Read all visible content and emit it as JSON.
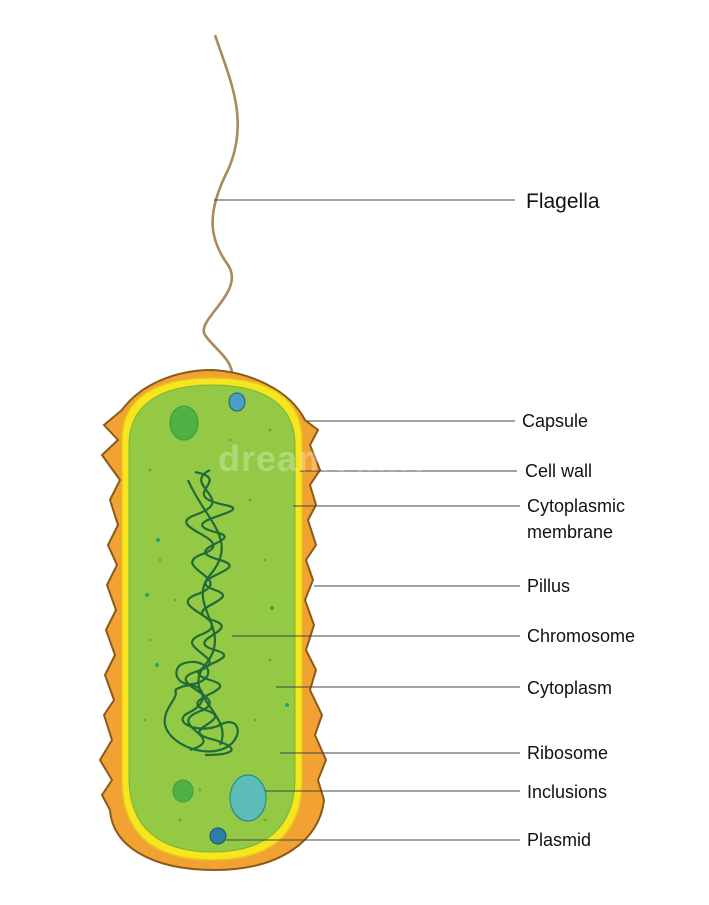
{
  "labels": {
    "flagella": "Flagella",
    "capsule": "Capsule",
    "cell_wall": "Cell wall",
    "cytoplasmic_membrane_line1": "Cytoplasmic",
    "cytoplasmic_membrane_line2": "membrane",
    "pillus": "Pillus",
    "chromosome": "Chromosome",
    "cytoplasm": "Cytoplasm",
    "ribosome": "Ribosome",
    "inclusions": "Inclusions",
    "plasmid": "Plasmid"
  },
  "watermark": "dreamstime",
  "colors": {
    "capsule": "#f2a232",
    "capsule_dark": "#8a5a1a",
    "cell_wall": "#f7e61e",
    "cytoplasm": "#93c944",
    "chromosome": "#1f6b3a",
    "flagellum": "#a98a5a",
    "inclusion": "#5bbcb8",
    "plasmid": "#2d7fa6",
    "leader_line": "#444444"
  }
}
